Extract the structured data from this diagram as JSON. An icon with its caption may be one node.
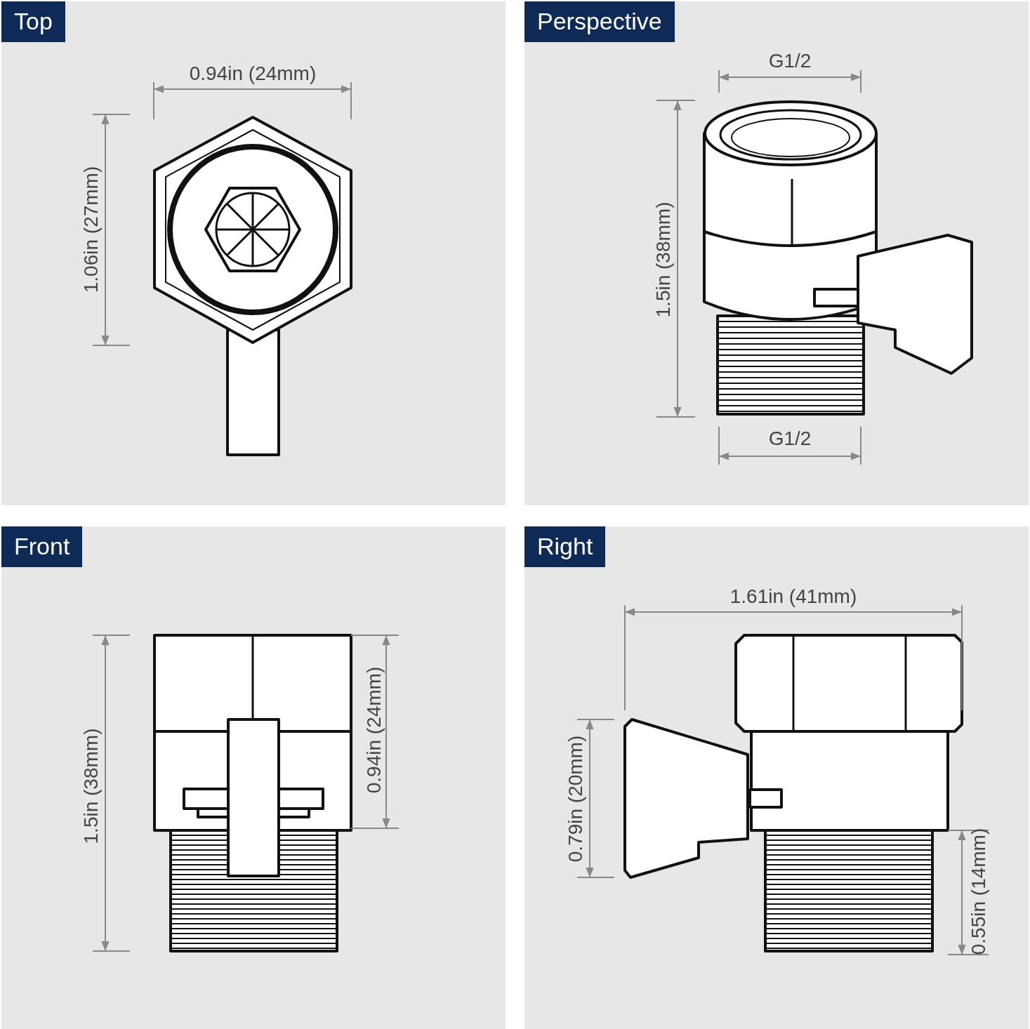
{
  "diagram": {
    "nodes": [
      {
        "text": [
          "Top"
        ]
      },
      {
        "text": [
          "Perspective"
        ]
      },
      {
        "text": [
          "Front"
        ]
      },
      {
        "text": [
          "Right"
        ]
      }
    ],
    "edges": [],
    "labels": [
      "0.94in (24mm)",
      "1.06in (27mm)",
      "G1/2",
      "1.5in (38mm)",
      "G1/2",
      "1.5in (38mm)",
      "0.94in (24mm)",
      "1.61in (41mm)",
      "0.79in (20mm)",
      "0.55in (14mm)"
    ]
  }
}
